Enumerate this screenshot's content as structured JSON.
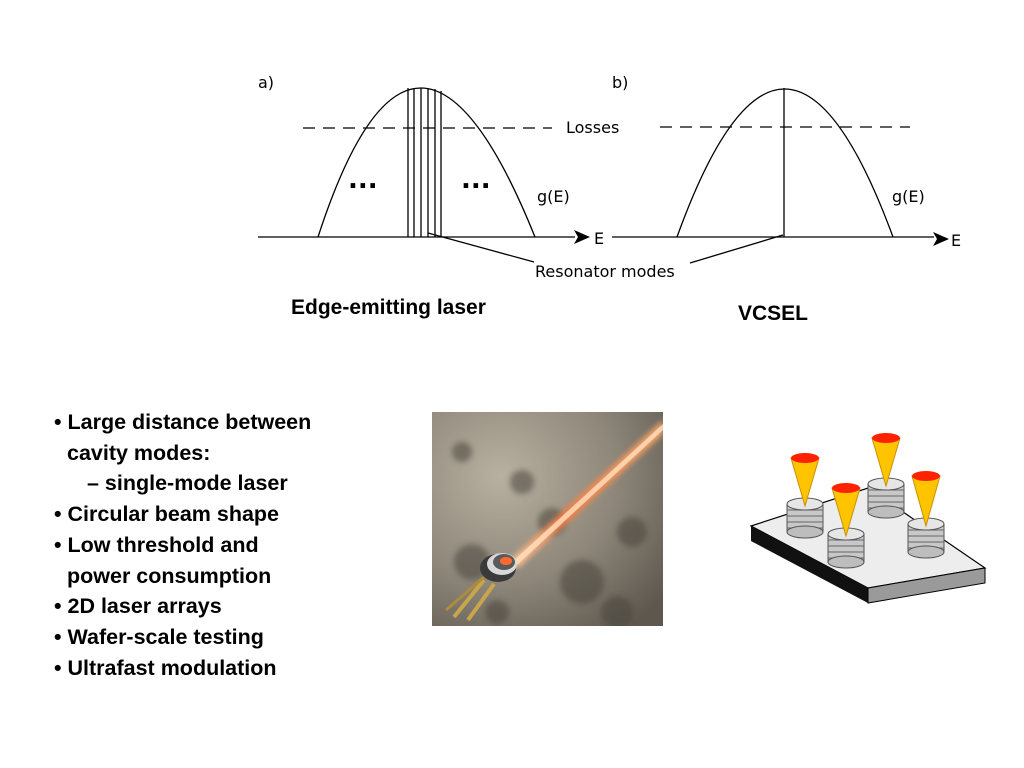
{
  "diagram": {
    "panel_a_label": "a)",
    "panel_b_label": "b)",
    "losses_label": "Losses",
    "gain_label_a": "g(E)",
    "gain_label_b": "g(E)",
    "energy_axis_a": "E",
    "energy_axis_b": "E",
    "ellipsis_left": "...",
    "ellipsis_right": "...",
    "resonator_label": "Resonator modes"
  },
  "captions": {
    "edge_emitting": "Edge-emitting laser",
    "vcsel": "VCSEL"
  },
  "bullets": [
    "• Large distance between",
    "cavity modes:",
    "– single-mode laser",
    "• Circular beam shape",
    "• Low threshold and",
    "power consumption",
    "•  2D laser arrays",
    "• Wafer-scale testing",
    "• Ultrafast modulation"
  ],
  "colors": {
    "beam": "#ff7a3a",
    "cone": "#ffc400",
    "cone_tip": "#ff2200",
    "platform_top": "#ededed",
    "platform_side": "#9a9a9a"
  }
}
